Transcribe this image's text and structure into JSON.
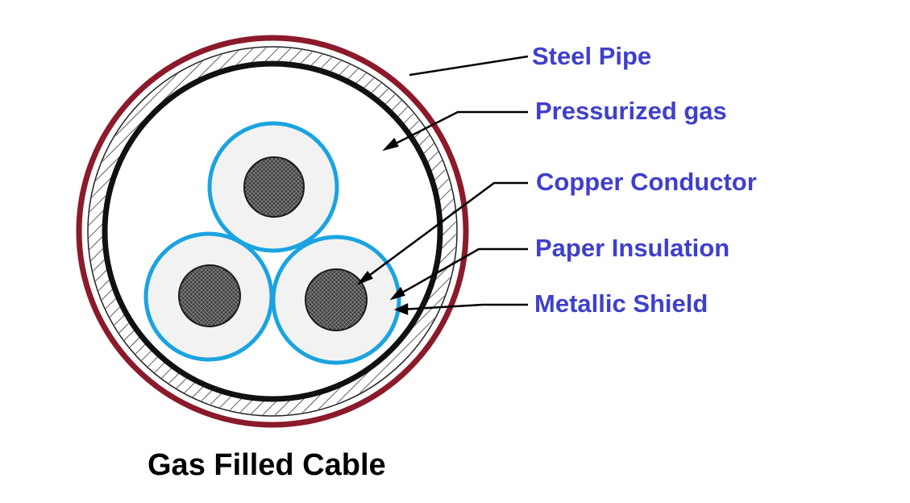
{
  "title": "Gas Filled Cable",
  "labels": {
    "steel_pipe": "Steel Pipe",
    "pressurized_gas": "Pressurized gas",
    "copper_conductor": "Copper Conductor",
    "paper_insulation": "Paper Insulation",
    "metallic_shield": "Metallic Shield"
  },
  "colors": {
    "label_text": "#3f3fcc",
    "steel_pipe": "#8b1a2b",
    "insulation_outline": "#1aa3e0",
    "insulation_fill": "#f2f2f2",
    "conductor": "#3a3a3a",
    "shield": "#000000"
  }
}
